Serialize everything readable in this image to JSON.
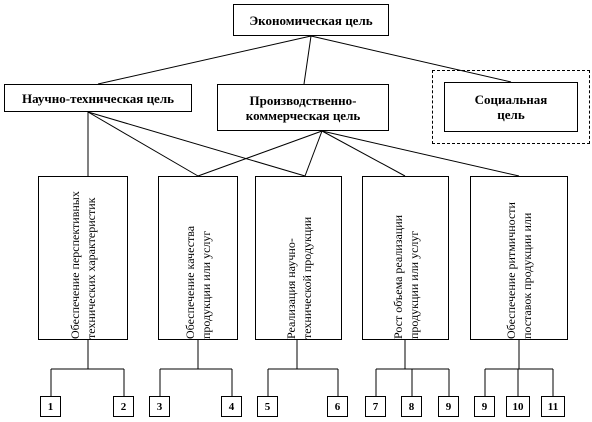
{
  "diagram": {
    "root": "Экономическая цель",
    "goals": {
      "scientific": "Научно-техническая цель",
      "production": "Производственно-коммерческая цель",
      "social": "Социальная цель"
    },
    "subgoals": [
      "Обеспечение перспективных технических характеристик",
      "Обеспечение качества продукции или услуг",
      "Реализация научно-технической продукции",
      "Рост объема реализации продукции или услуг",
      "Обеспечение ритмичности поставок продукции или"
    ],
    "tasks": [
      "1",
      "2",
      "3",
      "4",
      "5",
      "6",
      "7",
      "8",
      "9",
      "9",
      "10",
      "11"
    ]
  }
}
